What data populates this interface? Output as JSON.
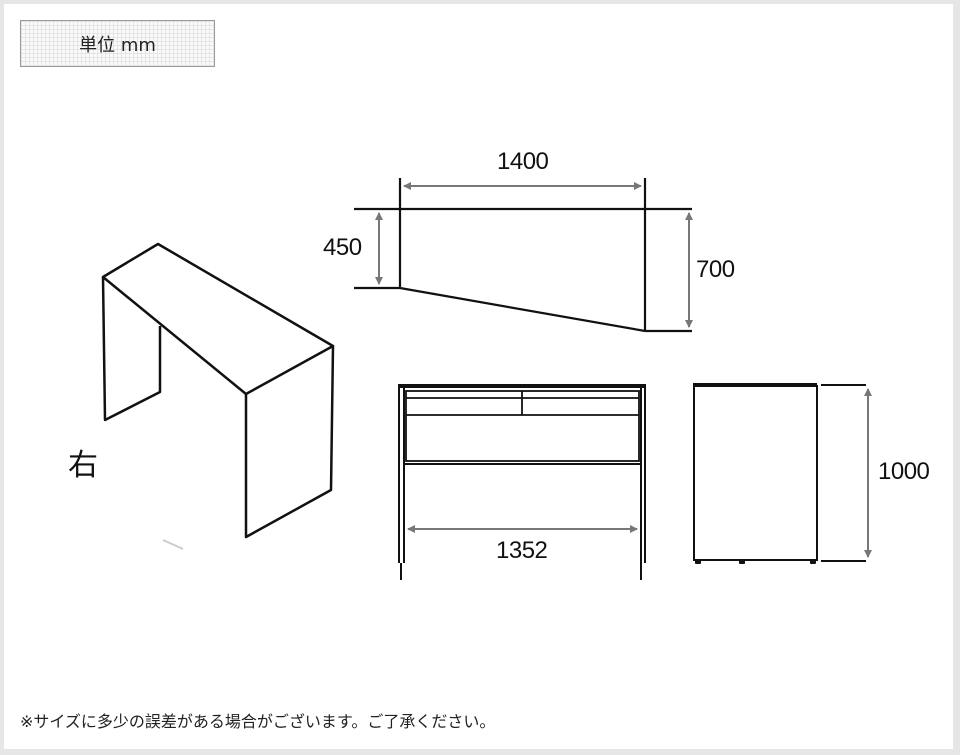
{
  "unit_label": "単位 mm",
  "side_label": "右",
  "dimensions": {
    "top_width": "1400",
    "left_depth": "450",
    "right_depth": "700",
    "inner_width": "1352",
    "height": "1000"
  },
  "views": [
    "isometric",
    "top",
    "front",
    "side"
  ],
  "note": "※サイズに多少の誤差がある場合がございます。ご了承ください。",
  "colors": {
    "line": "#111111",
    "dimension_line": "#777777",
    "frame": "#e6e6e6"
  }
}
